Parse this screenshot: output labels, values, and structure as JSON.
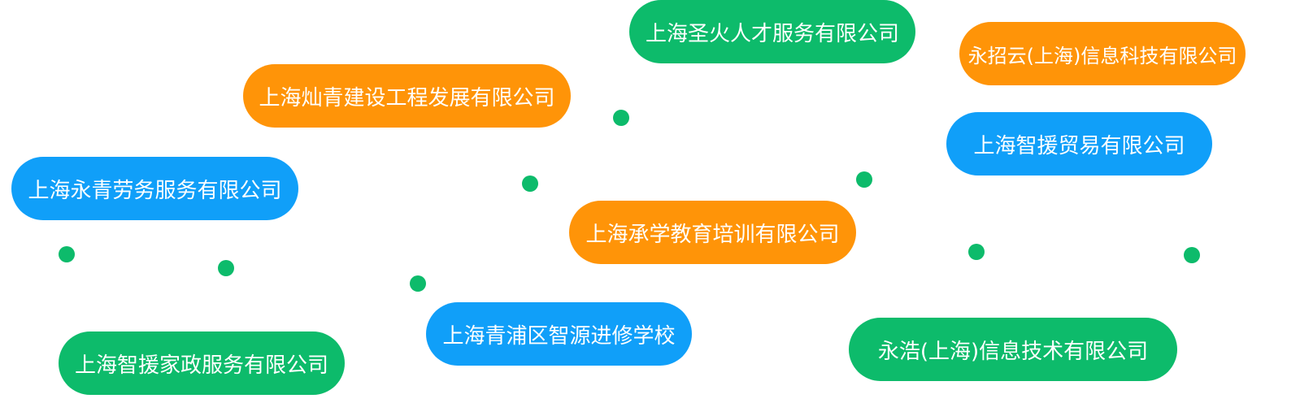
{
  "companies": [
    {
      "name": "上海圣火人才服务有限公司",
      "color": "#0dbb6b"
    },
    {
      "name": "永招云(上海)信息科技有限公司",
      "color": "#ff9408"
    },
    {
      "name": "上海灿青建设工程发展有限公司",
      "color": "#ff9408"
    },
    {
      "name": "上海智援贸易有限公司",
      "color": "#109ff9"
    },
    {
      "name": "上海永青劳务服务有限公司",
      "color": "#109ff9"
    },
    {
      "name": "上海承学教育培训有限公司",
      "color": "#ff9408"
    },
    {
      "name": "上海青浦区智源进修学校",
      "color": "#109ff9"
    },
    {
      "name": "永浩(上海)信息技术有限公司",
      "color": "#0dbb6b"
    },
    {
      "name": "上海智援家政服务有限公司",
      "color": "#0dbb6b"
    }
  ],
  "dot_color": "#0dbb6b"
}
